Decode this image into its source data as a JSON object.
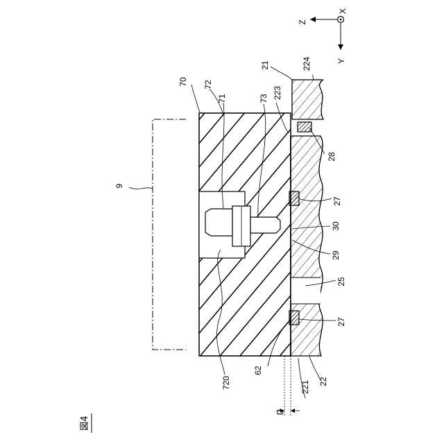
{
  "figure_label": "図4",
  "axes": {
    "z": "Z",
    "x": "X",
    "y": "Y"
  },
  "labels": {
    "n9": "9",
    "n70": "70",
    "n72": "72",
    "n71": "71",
    "n73": "73",
    "n223": "223",
    "n21": "21",
    "n224": "224",
    "n28": "28",
    "n27a": "27",
    "n30": "30",
    "n29": "29",
    "n25": "25",
    "n27b": "27",
    "n22": "22",
    "n221": "221",
    "n62": "62",
    "n720": "720",
    "nD": "D"
  }
}
